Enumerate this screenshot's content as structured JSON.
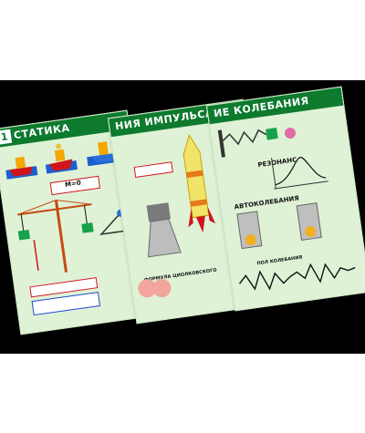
{
  "sheets": [
    {
      "number": "1",
      "title": "СТАТИКА"
    },
    {
      "number": "",
      "title": "НИЯ ИМПУЛЬСА"
    },
    {
      "number": "",
      "title": "ИЕ КОЛЕБАНИЯ"
    }
  ],
  "labels": {
    "statics_formula": "M=0",
    "impulse_formula_label": "ФОРМУЛА ЦИОЛКОВСКОГО",
    "osc_resonance": "РЕЗОНАНС",
    "osc_autooscillation": "АВТОКОЛЕБАНИЯ",
    "osc_beats": "ПОЛ КОЛЕБАНИЯ"
  },
  "colors": {
    "sheet_bg": "#dff2d6",
    "header_green": "#0d7a2e",
    "accent_red": "#d0141a",
    "accent_blue": "#1f49c7",
    "band_black": "#000000"
  }
}
